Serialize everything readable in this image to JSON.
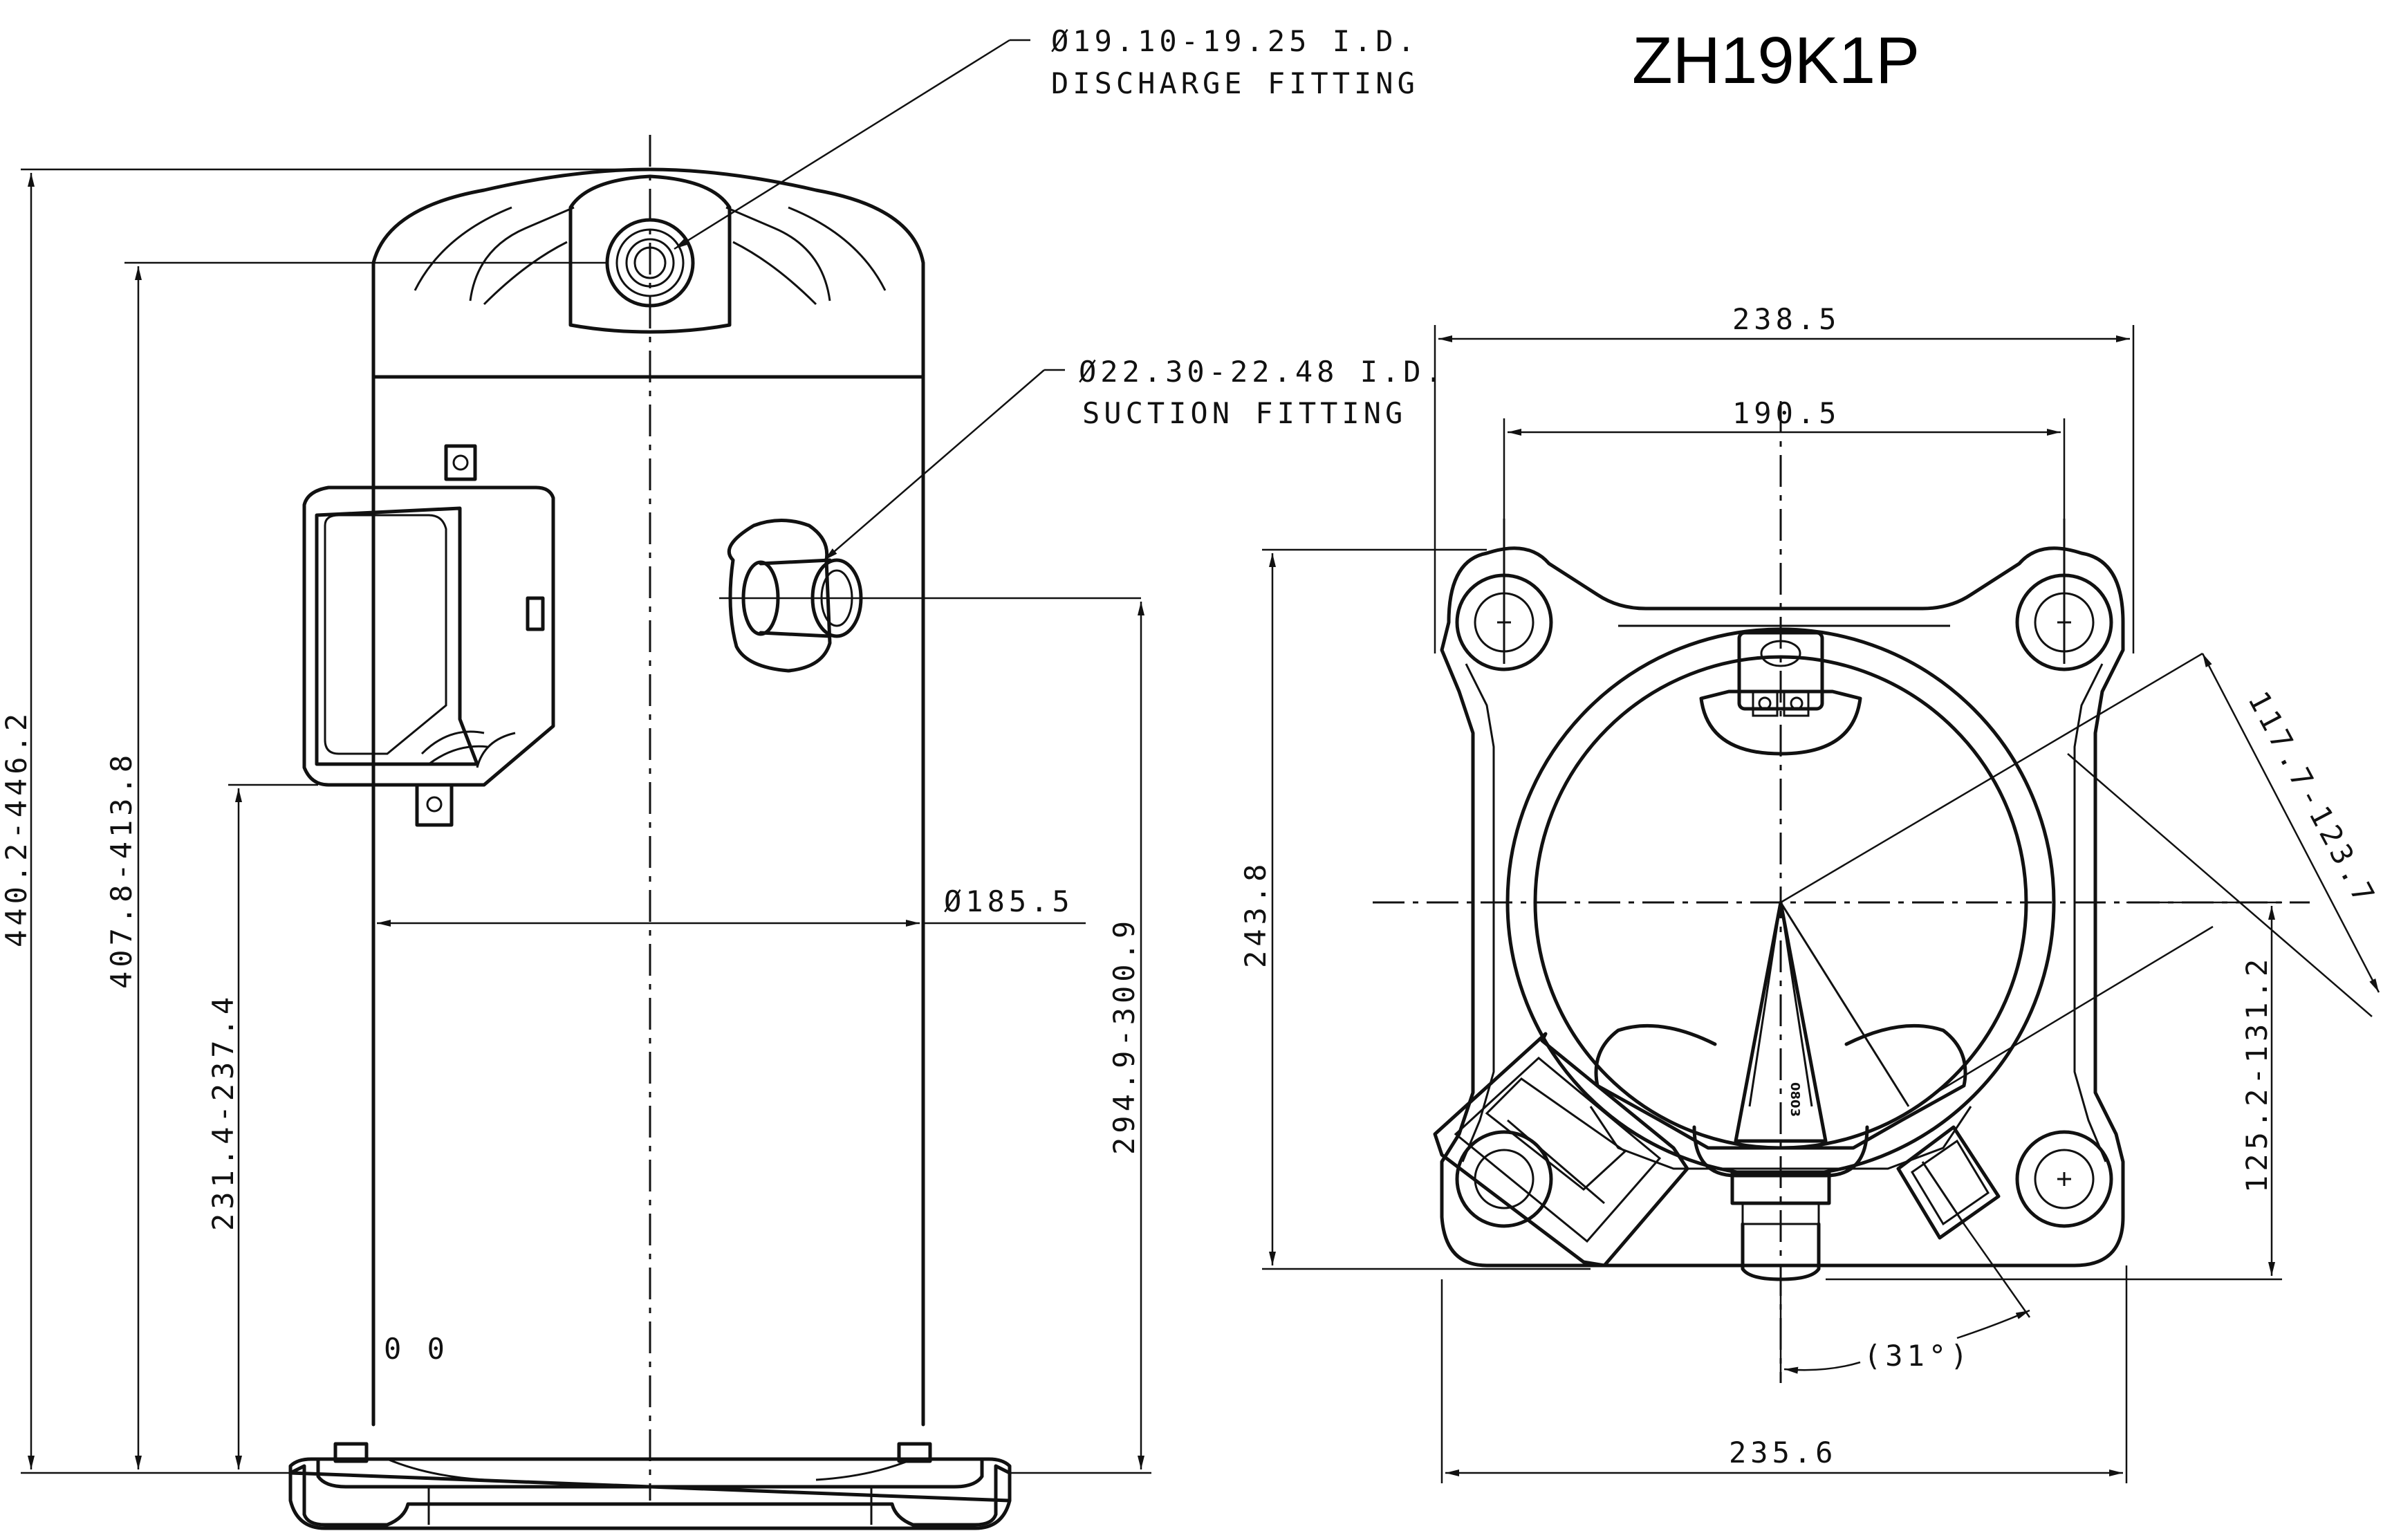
{
  "title": "ZH19K1P",
  "callouts": {
    "discharge_dia": "Ø19.10-19.25 I.D.",
    "discharge_name": "DISCHARGE FITTING",
    "suction_dia": "Ø22.30-22.48 I.D.",
    "suction_name": "SUCTION FITTING"
  },
  "side_view": {
    "overall_height": "440.2-446.2",
    "discharge_height": "407.8-413.8",
    "suction_height": "294.9-300.9",
    "box_bottom_height": "231.4-237.4",
    "shell_diameter": "Ø185.5",
    "sight_marks": "0 0"
  },
  "top_view": {
    "overall_width": "238.5",
    "mount_spacing": "190.5",
    "overall_depth": "243.8",
    "radial_dim": "117.7-123.7",
    "offset_dim": "125.2-131.2",
    "angle": "(31°)",
    "base_width": "235.6",
    "part_code": "0803"
  }
}
